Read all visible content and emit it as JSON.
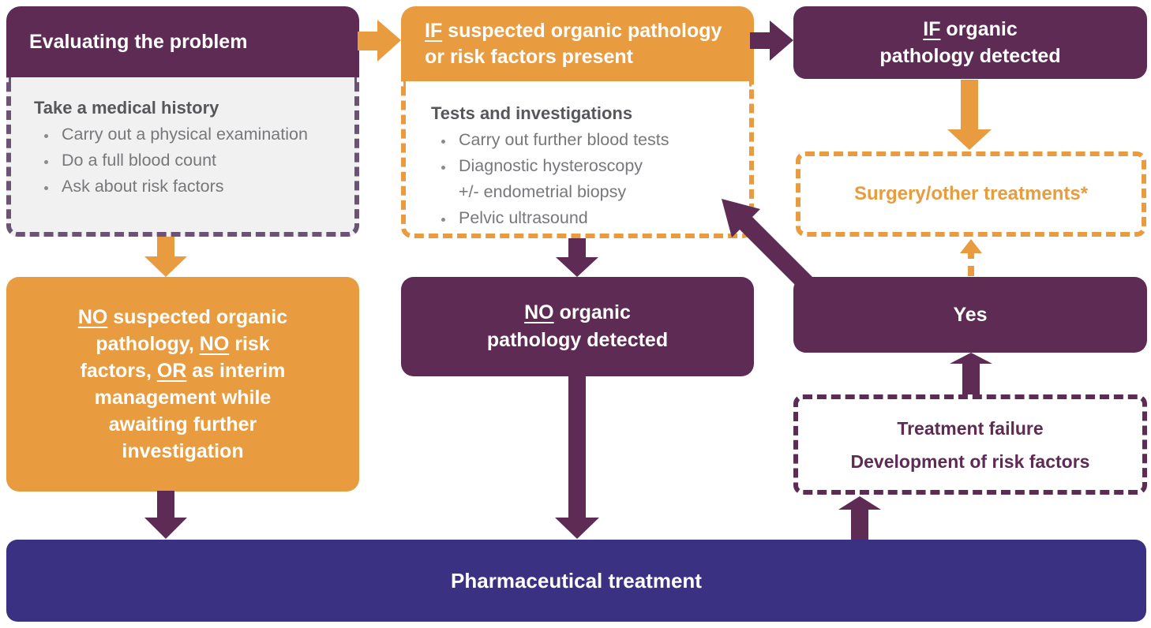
{
  "colors": {
    "purple": "#5d2b53",
    "purple_dash": "#6d5278",
    "orange": "#e89c3f",
    "navy": "#3a3182",
    "panel_gray": "#f2f1f1",
    "heading_gray": "#56575b",
    "body_gray": "#77787b"
  },
  "boxes": {
    "evaluating": {
      "title": "Evaluating the problem"
    },
    "medical_history": {
      "heading": "Take a medical history",
      "items": [
        "Carry out a physical examination",
        "Do a full blood count",
        "Ask about risk factors"
      ]
    },
    "if_suspected": {
      "lines": [
        "[u]IF[/u] suspected organic pathology",
        "or risk factors present"
      ]
    },
    "tests": {
      "heading": "Tests and investigations",
      "items": [
        "Carry out further blood tests",
        "Diagnostic hysteroscopy[br]+/- endometrial biopsy",
        "Pelvic ultrasound"
      ]
    },
    "if_detected": {
      "lines": [
        "[u]IF[/u] organic",
        "pathology detected"
      ]
    },
    "surgery": {
      "label": "Surgery/other treatments*"
    },
    "no_suspected": {
      "lines": [
        "[u]NO[/u] suspected organic",
        "pathology, [u]NO[/u] risk",
        "factors, [u]OR[/u] as interim",
        "management while",
        "awaiting further",
        "investigation"
      ]
    },
    "no_detected": {
      "lines": [
        "[u]NO[/u] organic",
        "pathology detected"
      ]
    },
    "yes": {
      "label": "Yes"
    },
    "treatment_failure": {
      "lines": [
        "Treatment failure",
        "Development of risk factors"
      ]
    },
    "pharmaceutical": {
      "label": "Pharmaceutical treatment"
    }
  }
}
